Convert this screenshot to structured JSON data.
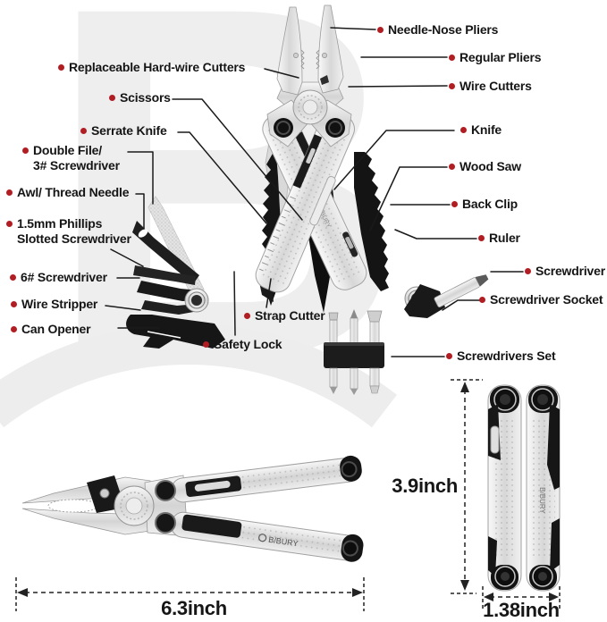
{
  "page": {
    "background": "#ffffff",
    "accent_red": "#b01e23",
    "text_color": "#151515",
    "watermark_color": "#ececec",
    "watermark_letter": "B",
    "brand": "B/BURY"
  },
  "labels": {
    "left": [
      {
        "text": "Replaceable Hard-wire Cutters"
      },
      {
        "text": "Scissors"
      },
      {
        "text": "Serrate Knife"
      },
      {
        "text": "Double File/\n3# Screwdriver"
      },
      {
        "text": "Awl/ Thread Needle"
      },
      {
        "text": "1.5mm Phillips\nSlotted Screwdriver"
      },
      {
        "text": "6# Screwdriver"
      },
      {
        "text": "Wire Stripper"
      },
      {
        "text": "Can Opener"
      },
      {
        "text": "Strap Cutter"
      },
      {
        "text": "Safety Lock"
      }
    ],
    "right": [
      {
        "text": "Needle-Nose Pliers"
      },
      {
        "text": "Regular Pliers"
      },
      {
        "text": "Wire Cutters"
      },
      {
        "text": "Knife"
      },
      {
        "text": "Wood Saw"
      },
      {
        "text": "Back Clip"
      },
      {
        "text": "Ruler"
      },
      {
        "text": "Screwdriver"
      },
      {
        "text": "Screwdriver Socket"
      },
      {
        "text": "Screwdrivers Set"
      }
    ]
  },
  "dimensions": {
    "length": "6.3inch",
    "height": "3.9inch",
    "width": "1.38inch"
  }
}
